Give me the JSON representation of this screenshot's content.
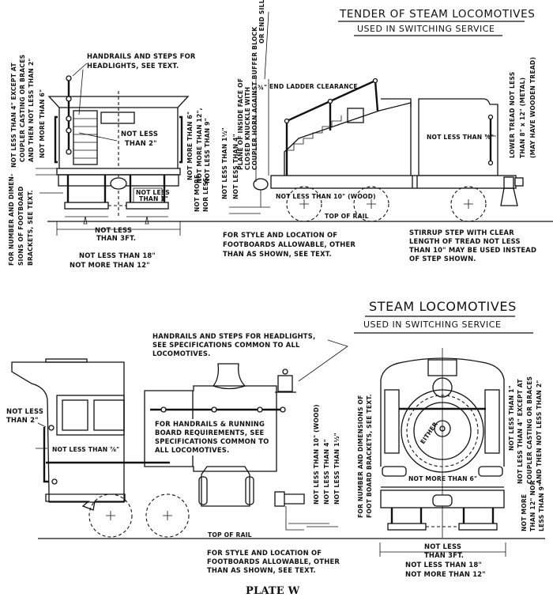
{
  "tender_end_view": {
    "handrails_note": [
      "HANDRAILS AND STEPS FOR",
      "HEADLIGHTS, SEE TEXT."
    ],
    "side_clearance_note": [
      "NOT LESS THAN 4\" EXCEPT AT",
      "COUPLER CASTING OR BRACES",
      "AND THEN NOT LESS THAN 2\"",
      "NOT MORE THAN 6\""
    ],
    "bracket_note": [
      "FOR NUMBER AND DIMEN-",
      "SIONS OF FOOTBOARD",
      "BRACKETS, SEE TEXT."
    ],
    "handhold_clearance": [
      "NOT LESS",
      "THAN 2\""
    ],
    "right_side_notes": [
      "NOT MORE THAN 6\"",
      "NOT MORE THAN 12\",",
      "NOT LESS THAN 9\""
    ],
    "height_note": [
      "NOT MORE",
      "NOR LESS"
    ],
    "footboard_thickness": [
      "NOT LESS",
      "THAN 1\""
    ],
    "footboard_width": [
      "NOT LESS",
      "THAN 3FT."
    ],
    "footboard_extension": [
      "NOT LESS THAN 18\"",
      "NOT MORE THAN 12\""
    ]
  },
  "tender_side_view": {
    "title": "TENDER OF STEAM LOCOMOTIVES",
    "subtitle": "USED IN SWITCHING SERVICE",
    "coupler_plane_note": [
      "PLANE OF INSIDE FACE OF",
      "CLOSED KNUCKLE WITH",
      "COUPLER HORN AGAINST BUFFER BLOCK",
      "OR END SILL."
    ],
    "left_dims": [
      "NOT LESS THAN 1½\"",
      "NOT LESS THAN 4\""
    ],
    "end_ladder_clearance": "END LADDER CLEARANCE",
    "end_ladder_dim": "¾\"",
    "footboard_depth": "NOT LESS THAN 10\" (WOOD)",
    "top_of_rail": "TOP OF RAIL",
    "grab_clearance": "NOT LESS THAN ⅞\"",
    "lower_tread_note": [
      "LOWER TREAD NOT LESS",
      "THAN 8\" x 12\" (METAL)",
      "(MAY HAVE WOODEN TREAD)"
    ],
    "footboard_style_note": [
      "FOR STYLE AND LOCATION OF",
      "FOOTBOARDS ALLOWABLE, OTHER",
      "THAN AS SHOWN, SEE TEXT."
    ],
    "stirrup_note": [
      "STIRRUP STEP WITH CLEAR",
      "LENGTH OF TREAD NOT LESS",
      "THAN 10\" MAY BE USED INSTEAD",
      "OF STEP SHOWN."
    ]
  },
  "locomotive_side_view": {
    "headlight_note": [
      "HANDRAILS AND STEPS FOR HEADLIGHTS,",
      "SEE SPECIFICATIONS COMMON TO ALL",
      "LOCOMOTIVES."
    ],
    "handhold_clearance": [
      "NOT LESS",
      "THAN 2\""
    ],
    "grab_clearance": "NOT LESS THAN ⅞\"",
    "handrail_note": [
      "FOR HANDRAILS & RUNNING",
      "BOARD REQUIREMENTS, SEE",
      "SPECIFICATIONS COMMON TO",
      "ALL LOCOMOTIVES."
    ],
    "top_of_rail": "TOP OF RAIL",
    "footboard_dims": [
      "NOT LESS THAN 10\" (WOOD)",
      "NOT LESS THAN 4\"",
      "NOT LESS THAN 1½\""
    ],
    "footboard_style_note": [
      "FOR STYLE AND LOCATION OF",
      "FOOTBOARDS ALLOWABLE, OTHER",
      "THAN AS SHOWN, SEE TEXT."
    ]
  },
  "locomotive_front_view": {
    "title": "STEAM LOCOMOTIVES",
    "subtitle": "USED IN SWITCHING SERVICE",
    "either_label": "EITHER",
    "bracket_note": [
      "FOR NUMBER AND DIMENSIONS OF",
      "FOOT BOARD BRACKETS, SEE TEXT."
    ],
    "not_less_than_1": "NOT LESS THAN 1\"",
    "side_clearance_note": [
      "NOT LESS THAN 4\" EXCEPT AT",
      "COUPLER CASTING OR BRACES",
      "AND THEN NOT LESS THAN 2\""
    ],
    "not_more_than_6": "NOT MORE THAN 6\"",
    "height_note": [
      "NOT MORE",
      "THAN 12\" NOR",
      "LESS THAN 9\""
    ],
    "footboard_width": [
      "NOT LESS",
      "THAN 3FT."
    ],
    "footboard_extension": [
      "NOT LESS THAN 18\"",
      "NOT MORE THAN 12\""
    ]
  },
  "plate_label": "PLATE W"
}
